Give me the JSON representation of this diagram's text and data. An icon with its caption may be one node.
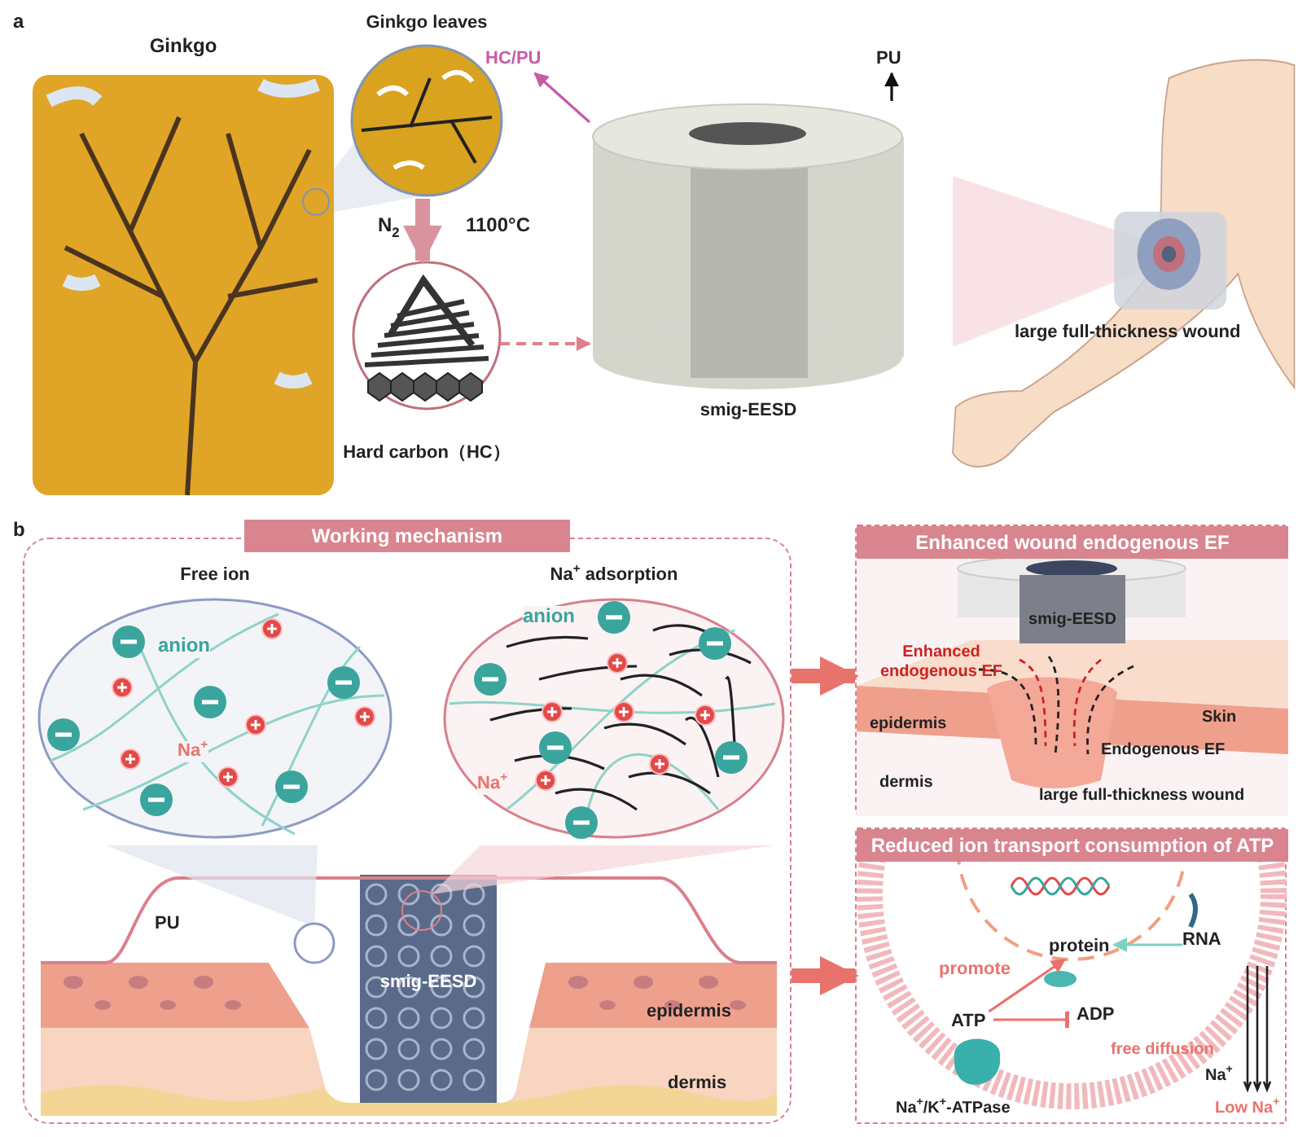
{
  "diagram": {
    "nodes": [
      {
        "text": [
          "Ginkgo"
        ]
      },
      {
        "text": [
          "Ginkgo leaves"
        ]
      },
      {
        "text": [
          "Hard carbon（HC）"
        ]
      },
      {
        "text": [
          "smig-EESD"
        ]
      },
      {
        "text": [
          "HC/PU"
        ]
      },
      {
        "text": [
          "PU"
        ]
      },
      {
        "text": [
          "large full-thickness wound"
        ]
      },
      {
        "text": [
          "Working mechanism"
        ]
      },
      {
        "text": [
          "Free ion",
          "anion",
          "Na$^{+}$"
        ],
        "in": 7
      },
      {
        "text": [
          "Na$^{+}$ adsorption",
          "anion",
          "Na$^{+}$"
        ],
        "in": 7
      },
      {
        "text": [
          "PU",
          "smig-EESD",
          "epidermis",
          "dermis"
        ],
        "in": 7
      },
      {
        "text": [
          "Enhanced wound endogenous EF",
          "smig-EESD",
          "Enhanced endogenous EF",
          "epidermis",
          "Skin",
          "Endogenous EF",
          "dermis",
          "large full-thickness wound"
        ]
      },
      {
        "text": [
          "Reduced ion transport consumption of ATP",
          "free diffusion",
          "Na$^{+}$",
          "Na$^{+}$/K$^{+}$-ATPase",
          "Low Na$^{+}$"
        ]
      },
      {
        "text": [
          "protein"
        ],
        "in": 12
      },
      {
        "text": [
          "RNA"
        ],
        "in": 12
      },
      {
        "text": [
          "ATP"
        ],
        "in": 12
      },
      {
        "text": [
          "ADP"
        ],
        "in": 12
      }
    ],
    "edges": [
      {
        "from": 1,
        "to": 2,
        "arrow": "to",
        "style": "thick",
        "color": "#d9939c"
      },
      {
        "from": 2,
        "to": 3,
        "arrow": "to",
        "style": "dashed",
        "color": "#e07f8c"
      },
      {
        "from": 3,
        "to": 4,
        "arrow": "to",
        "color": "#c85aa8"
      },
      {
        "from": 3,
        "to": 5,
        "arrow": "to",
        "color": "#111111"
      },
      {
        "from": 7,
        "to": 11,
        "arrow": "to",
        "style": "thick",
        "color": "#e8736c"
      },
      {
        "from": 7,
        "to": 12,
        "arrow": "to",
        "style": "thick",
        "color": "#e8736c"
      },
      {
        "from": 15,
        "to": 13,
        "arrow": "to",
        "label": "promote",
        "color": "#e8736c"
      },
      {
        "from": 14,
        "to": 13,
        "arrow": "to",
        "color": "#7fd0c4"
      },
      {
        "from": 15,
        "to": 16,
        "arrow": "other",
        "color": "#e8736c"
      }
    ],
    "labels": [
      "a",
      "N$_{2}$",
      "1100°C",
      "b"
    ]
  }
}
